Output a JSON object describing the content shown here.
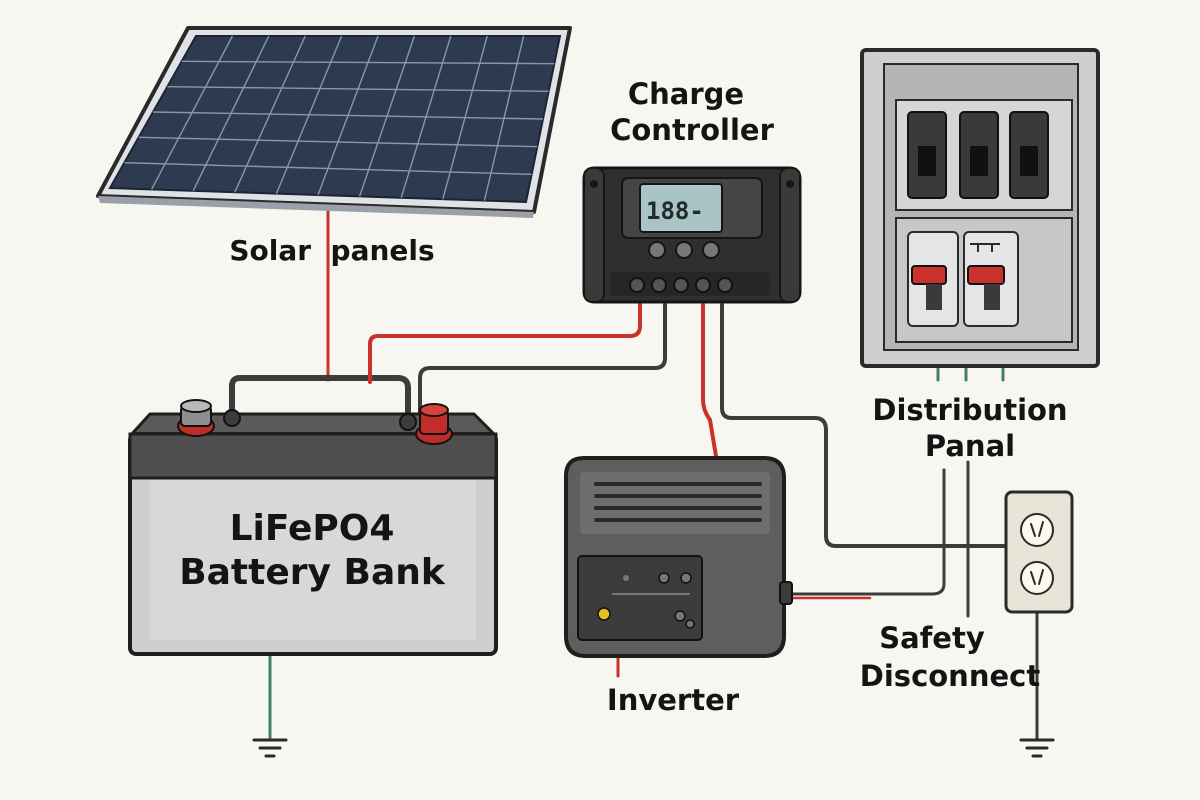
{
  "labels": {
    "solar_panels": "Solar  panels",
    "charge_controller_line1": "Charge",
    "charge_controller_line2": "Controller",
    "distribution_line1": "Distribution",
    "distribution_line2": "Panal",
    "battery_line1": "LiFePO4",
    "battery_line2": "Battery Bank",
    "inverter": "Inverter",
    "safety_line1": "Safety",
    "safety_line2": "Disconnect"
  },
  "controller_display": "188-",
  "colors": {
    "background": "#f8f6f1",
    "wire_red": "#c8312c",
    "wire_dark": "#3c3c3c",
    "ground_green": "#3f7f6a",
    "panel_cell": "#2d3a4f",
    "battery_body": "#cfd0ce",
    "terminal_red": "#c22d2a",
    "display_lcd": "#a9c4c4"
  },
  "icons": [
    "solar-panel-icon",
    "charge-controller-icon",
    "battery-icon",
    "inverter-icon",
    "distribution-panel-icon",
    "outlet-icon",
    "ground-symbol-icon"
  ]
}
